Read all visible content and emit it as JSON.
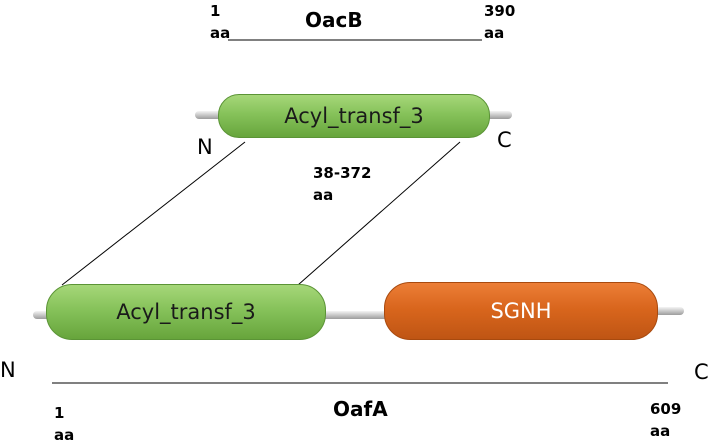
{
  "oacb": {
    "name": "OacB",
    "start_num": "1",
    "start_unit": "aa",
    "end_num": "390",
    "end_unit": "aa",
    "n_term": "N",
    "c_term": "C",
    "domain_label": "Acyl_transf_3",
    "domain_range": "38-372",
    "domain_range_unit": "aa",
    "domain_color": "#86c25a"
  },
  "oafa": {
    "name": "OafA",
    "start_num": "1",
    "start_unit": "aa",
    "end_num": "609",
    "end_unit": "aa",
    "n_term": "N",
    "c_term": "C",
    "domain1_label": "Acyl_transf_3",
    "domain1_color": "#86c25a",
    "domain2_label": "SGNH",
    "domain2_color": "#d9661d"
  }
}
